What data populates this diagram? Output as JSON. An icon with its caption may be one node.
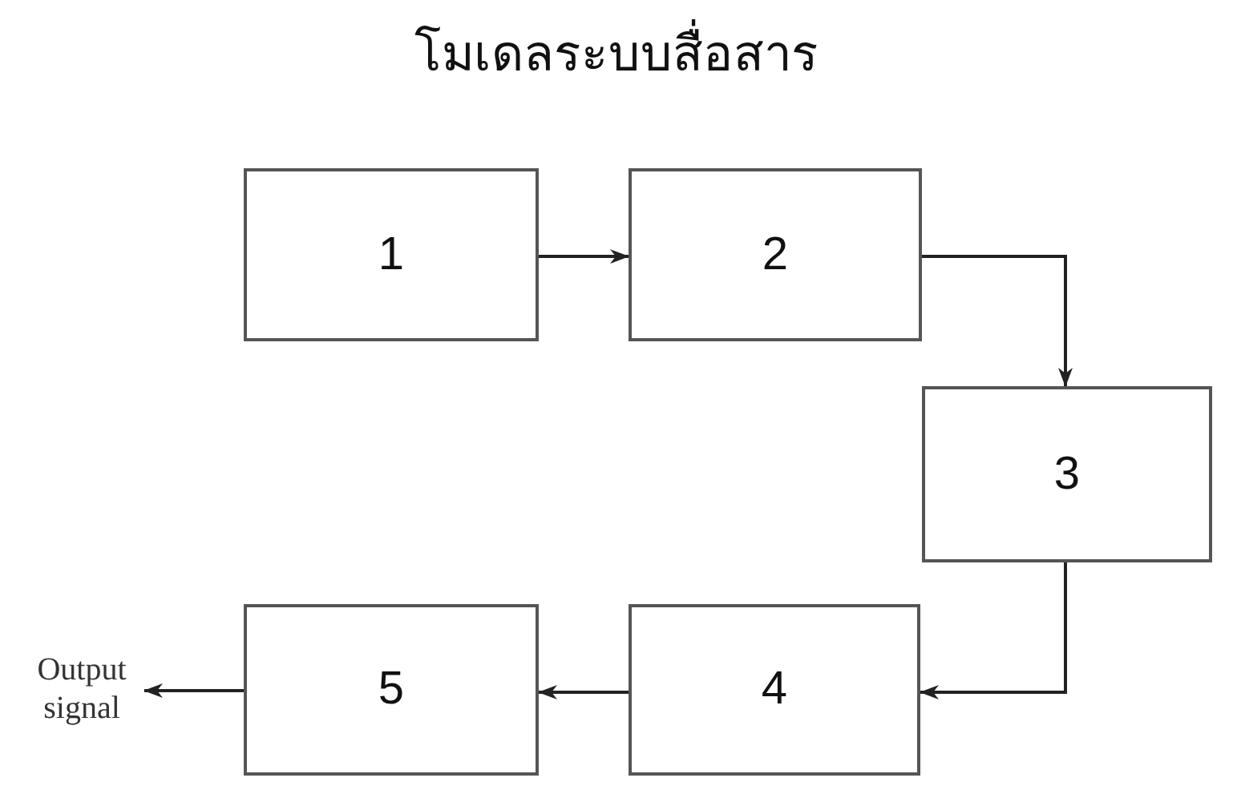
{
  "diagram": {
    "title": "โมเดลระบบสื่อสาร",
    "nodes": [
      {
        "text": [
          "1"
        ]
      },
      {
        "text": [
          "2"
        ]
      },
      {
        "text": [
          "3"
        ]
      },
      {
        "text": [
          "4"
        ]
      },
      {
        "text": [
          "5"
        ]
      },
      {
        "text": [
          "Output signal"
        ]
      }
    ],
    "edges": [
      {
        "from": 0,
        "to": 1,
        "arrow": "to"
      },
      {
        "from": 1,
        "to": 2,
        "arrow": "to"
      },
      {
        "from": 2,
        "to": 3,
        "arrow": "to"
      },
      {
        "from": 3,
        "to": 4,
        "arrow": "to"
      },
      {
        "from": 4,
        "to": 5,
        "arrow": "to"
      }
    ]
  }
}
